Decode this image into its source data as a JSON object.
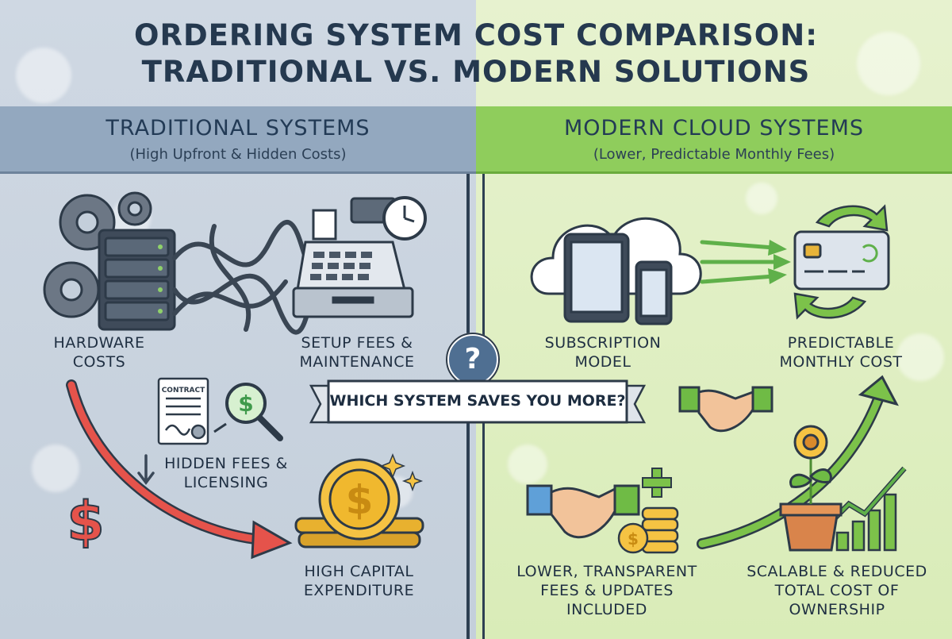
{
  "title": {
    "line1": "ORDERING SYSTEM COST COMPARISON:",
    "line2": "TRADITIONAL VS. MODERN SOLUTIONS"
  },
  "traditional": {
    "heading": "TRADITIONAL SYSTEMS",
    "subheading": "(High Upfront & Hidden Costs)",
    "items": [
      {
        "line1": "HARDWARE",
        "line2": "COSTS"
      },
      {
        "line1": "SETUP FEES &",
        "line2": "MAINTENANCE"
      },
      {
        "line1": "HIDDEN FEES &",
        "line2": "LICENSING"
      },
      {
        "line1": "HIGH CAPITAL",
        "line2": "EXPENDITURE"
      }
    ],
    "contract_label": "CONTRACT"
  },
  "modern": {
    "heading": "MODERN CLOUD SYSTEMS",
    "subheading": "(Lower, Predictable Monthly Fees)",
    "items": [
      {
        "line1": "SUBSCRIPTION",
        "line2": "MODEL"
      },
      {
        "line1": "PREDICTABLE",
        "line2": "MONTHLY COST"
      },
      {
        "line1": "LOWER, TRANSPARENT",
        "line2": "FEES & UPDATES",
        "line3": "INCLUDED"
      },
      {
        "line1": "SCALABLE & REDUCED",
        "line2": "TOTAL COST OF",
        "line3": "OWNERSHIP"
      }
    ]
  },
  "center": {
    "question_mark": "?",
    "banner": "WHICH SYSTEM SAVES YOU MORE?"
  },
  "colors": {
    "left_bg": "#cfd8e3",
    "right_bg": "#e7f2cf",
    "left_band": "#93a8bf",
    "right_band": "#8fcd5c",
    "dark_text": "#24384e",
    "red_arrow": "#e5534b",
    "green_arrow": "#7cc24a",
    "gold": "#f5c343"
  }
}
